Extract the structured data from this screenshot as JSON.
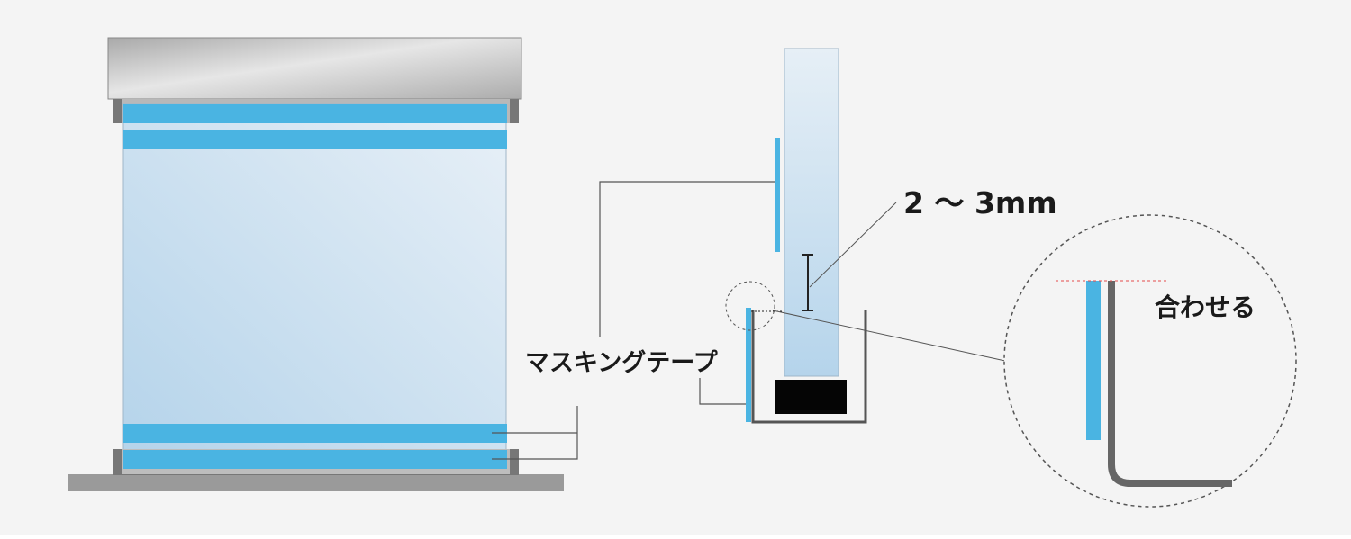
{
  "labels": {
    "masking_tape": "マスキングテープ",
    "gap": "2 〜 3mm",
    "align": "合わせる"
  },
  "colors": {
    "background": "#f4f4f4",
    "tape": "#4ab4e2",
    "glass_light": "#e6eff7",
    "glass_dark": "#b6d5ec",
    "frame_dark": "#555555",
    "frame_mid": "#8d8d8d",
    "base": "#9a9a9a",
    "leader": "#555555",
    "alignment_line": "#e44a4a"
  }
}
